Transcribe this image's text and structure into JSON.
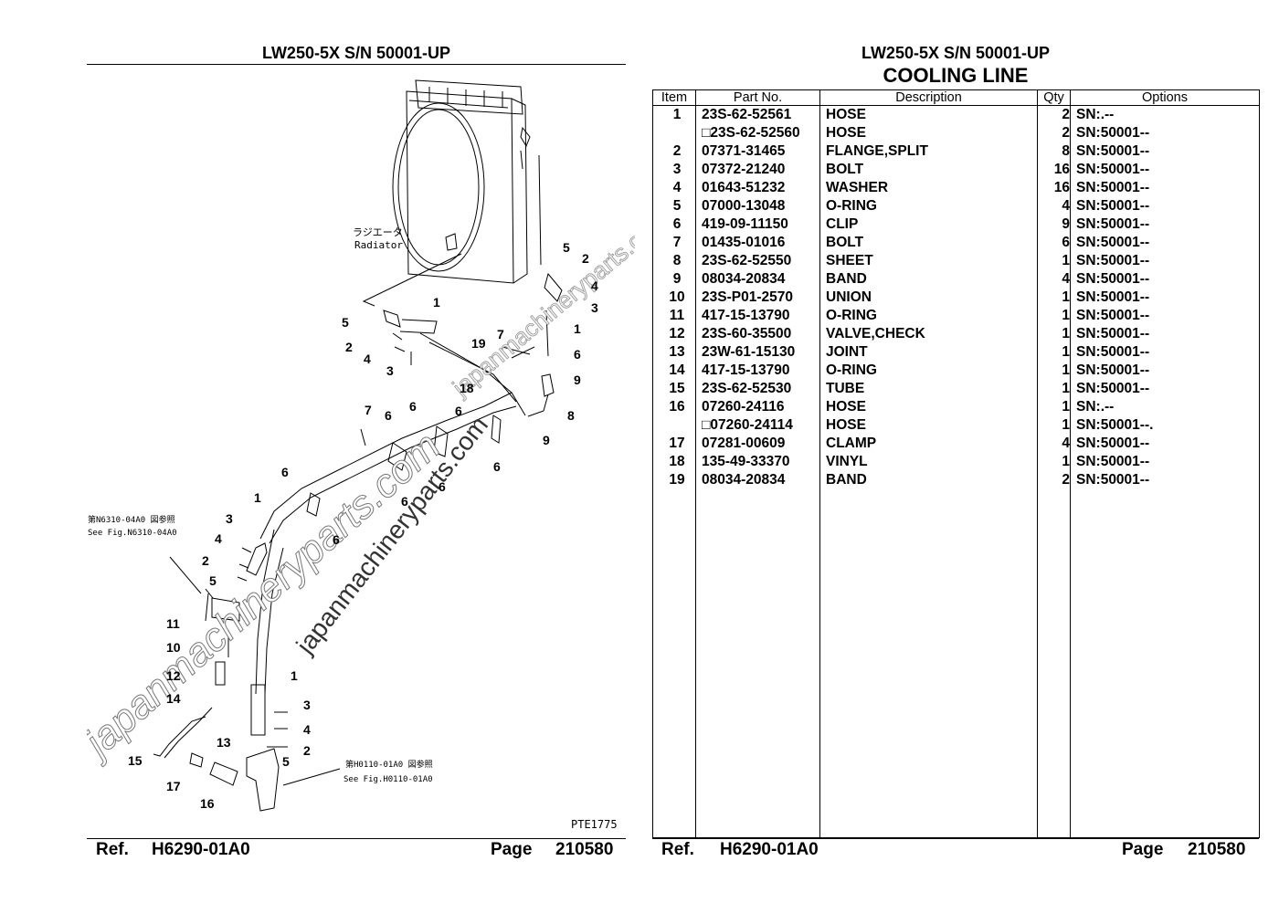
{
  "left": {
    "title": "LW250-5X S/N 50001-UP",
    "diagram": {
      "radiator_jp": "ラジエータ",
      "radiator_en": "Radiator",
      "see_fig_1_jp": "第N6310-04A0 図参照",
      "see_fig_1_en": "See Fig.N6310-04A0",
      "see_fig_2_jp": "第H0110-01A0 図参照",
      "see_fig_2_en": "See Fig.H0110-01A0",
      "code": "PTE1775",
      "watermark_1": "japanmachineryparts.com",
      "watermark_2": "japanmachineryparts.com",
      "watermark_3": "japanmachineryparts.com",
      "callouts": [
        "5",
        "2",
        "4",
        "3",
        "1",
        "6",
        "9",
        "8",
        "7",
        "6",
        "6",
        "18",
        "19",
        "7",
        "1",
        "5",
        "2",
        "4",
        "3",
        "6",
        "6",
        "6",
        "6",
        "1",
        "3",
        "4",
        "2",
        "5",
        "11",
        "10",
        "12",
        "14",
        "13",
        "15",
        "17",
        "16",
        "1",
        "3",
        "4",
        "2",
        "5",
        "9"
      ]
    },
    "footer": {
      "ref_label": "Ref.",
      "ref_value": "H6290-01A0",
      "page_label": "Page",
      "page_value": "210580"
    }
  },
  "right": {
    "title": "LW250-5X S/N 50001-UP",
    "subtitle": "COOLING LINE",
    "headers": {
      "item": "Item",
      "part_no": "Part No.",
      "description": "Description",
      "qty": "Qty",
      "options": "Options"
    },
    "rows": [
      {
        "item": "1",
        "part_no": "23S-62-52561",
        "description": "HOSE",
        "qty": "2",
        "options": "SN:.--"
      },
      {
        "item": "",
        "part_no": "□23S-62-52560",
        "description": "HOSE",
        "qty": "2",
        "options": "SN:50001--"
      },
      {
        "item": "2",
        "part_no": "07371-31465",
        "description": "FLANGE,SPLIT",
        "qty": "8",
        "options": "SN:50001--"
      },
      {
        "item": "3",
        "part_no": "07372-21240",
        "description": "BOLT",
        "qty": "16",
        "options": "SN:50001--"
      },
      {
        "item": "4",
        "part_no": "01643-51232",
        "description": "WASHER",
        "qty": "16",
        "options": "SN:50001--"
      },
      {
        "item": "5",
        "part_no": "07000-13048",
        "description": "O-RING",
        "qty": "4",
        "options": "SN:50001--"
      },
      {
        "item": "6",
        "part_no": "419-09-11150",
        "description": "CLIP",
        "qty": "9",
        "options": "SN:50001--"
      },
      {
        "item": "7",
        "part_no": "01435-01016",
        "description": "BOLT",
        "qty": "6",
        "options": "SN:50001--"
      },
      {
        "item": "8",
        "part_no": "23S-62-52550",
        "description": "SHEET",
        "qty": "1",
        "options": "SN:50001--"
      },
      {
        "item": "9",
        "part_no": "08034-20834",
        "description": "BAND",
        "qty": "4",
        "options": "SN:50001--"
      },
      {
        "item": "10",
        "part_no": "23S-P01-2570",
        "description": "UNION",
        "qty": "1",
        "options": "SN:50001--"
      },
      {
        "item": "11",
        "part_no": "417-15-13790",
        "description": "O-RING",
        "qty": "1",
        "options": "SN:50001--"
      },
      {
        "item": "12",
        "part_no": "23S-60-35500",
        "description": "VALVE,CHECK",
        "qty": "1",
        "options": "SN:50001--"
      },
      {
        "item": "13",
        "part_no": "23W-61-15130",
        "description": "JOINT",
        "qty": "1",
        "options": "SN:50001--"
      },
      {
        "item": "14",
        "part_no": "417-15-13790",
        "description": "O-RING",
        "qty": "1",
        "options": "SN:50001--"
      },
      {
        "item": "15",
        "part_no": "23S-62-52530",
        "description": "TUBE",
        "qty": "1",
        "options": "SN:50001--"
      },
      {
        "item": "16",
        "part_no": "07260-24116",
        "description": "HOSE",
        "qty": "1",
        "options": "SN:.--"
      },
      {
        "item": "",
        "part_no": "□07260-24114",
        "description": "HOSE",
        "qty": "1",
        "options": "SN:50001--."
      },
      {
        "item": "17",
        "part_no": "07281-00609",
        "description": "CLAMP",
        "qty": "4",
        "options": "SN:50001--"
      },
      {
        "item": "18",
        "part_no": "135-49-33370",
        "description": "VINYL",
        "qty": "1",
        "options": "SN:50001--"
      },
      {
        "item": "19",
        "part_no": "08034-20834",
        "description": "BAND",
        "qty": "2",
        "options": "SN:50001--"
      }
    ],
    "footer": {
      "ref_label": "Ref.",
      "ref_value": "H6290-01A0",
      "page_label": "Page",
      "page_value": "210580"
    }
  }
}
